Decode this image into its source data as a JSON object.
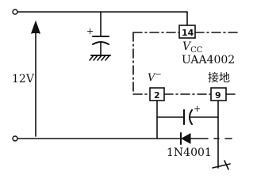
{
  "supply": {
    "voltage_label": "12V"
  },
  "ic": {
    "part_number": "UAA4002",
    "vcc_label": "V",
    "vcc_sub": "CC",
    "vminus_label": "V",
    "vminus_sup": "−",
    "ground_label": "接地",
    "pins": {
      "vcc": "14",
      "vminus": "2",
      "ground": "9"
    }
  },
  "capacitor_top": {
    "polarity": "+"
  },
  "capacitor_bottom": {
    "polarity": "+"
  },
  "diode": {
    "part_number": "1N4001"
  },
  "colors": {
    "ink": "#111111",
    "background": "#ffffff"
  }
}
